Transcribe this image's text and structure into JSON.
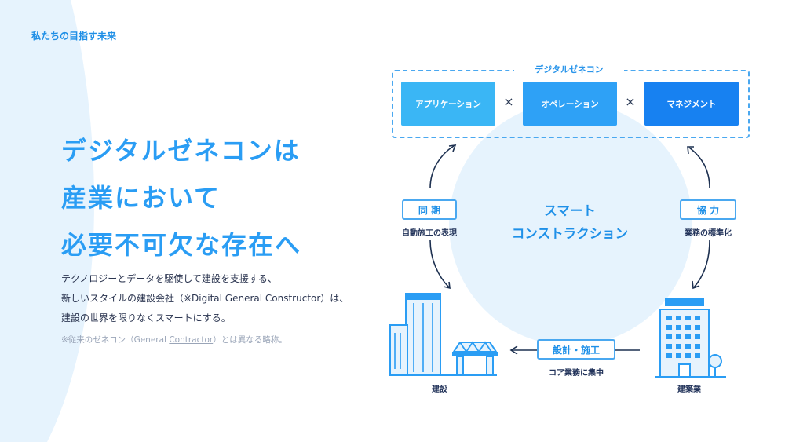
{
  "section_label": "私たちの目指す未来",
  "headline": [
    "デジタルゼネコンは",
    "産業において",
    "必要不可欠な存在へ"
  ],
  "body": [
    "テクノロジーとデータを駆使して建設を支援する、",
    "新しいスタイルの建設会社（※Digital General Constructor）は、",
    "建設の世界を限りなくスマートにする。"
  ],
  "note": {
    "prefix": "※従来のゼネコン（General ",
    "underlined": "Contractor",
    "suffix": "）とは異なる略称。"
  },
  "diagram": {
    "group_title": "デジタルゼネコン",
    "tiles": [
      "アプリケーション",
      "オペレーション",
      "マネジメント"
    ],
    "times_symbol": "×",
    "center": [
      "スマート",
      "コンストラクション"
    ],
    "sync": {
      "tag": "同 期",
      "caption": "自動施工の表現"
    },
    "collab": {
      "tag": "協 力",
      "caption": "業務の標準化"
    },
    "design": {
      "tag": "設計・施工",
      "caption": "コア業務に集中"
    },
    "construction_label": "建設",
    "industry_label": "建築業"
  },
  "colors": {
    "accent": "#2a9df4",
    "tile_light": "#3ab6f5",
    "tile_mid": "#2ea1f6",
    "tile_dark": "#1781f1",
    "circle": "#e6f3fd",
    "text_dark": "#22335a"
  },
  "icons": [
    "arrow-up-icon",
    "arrow-down-icon",
    "arrow-left-icon",
    "buildings-icon",
    "bridge-icon",
    "office-building-icon",
    "tree-icon"
  ]
}
